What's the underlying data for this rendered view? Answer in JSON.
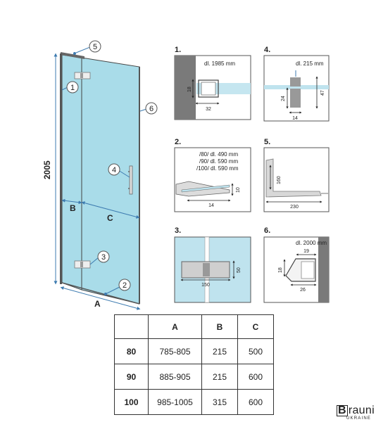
{
  "main_drawing": {
    "height_label": "2005",
    "width_labels": {
      "a": "A",
      "b": "B",
      "c": "C"
    },
    "callouts": [
      "1",
      "2",
      "3",
      "4",
      "5",
      "6"
    ]
  },
  "details": [
    {
      "number": "1.",
      "note": "dl. 1985 mm",
      "dims": [
        "18",
        "32"
      ]
    },
    {
      "number": "2.",
      "notes": [
        "/80/ dl. 490 mm",
        "/90/ dl. 590 mm",
        "/100/ dl. 590 mm"
      ],
      "dims": [
        "10",
        "14"
      ]
    },
    {
      "number": "3.",
      "dims": [
        "50",
        "150"
      ]
    },
    {
      "number": "4.",
      "note": "dl. 215 mm",
      "dims": [
        "24",
        "47",
        "14"
      ]
    },
    {
      "number": "5.",
      "dims": [
        "160",
        "230"
      ]
    },
    {
      "number": "6.",
      "note": "dl. 2000 mm",
      "dims": [
        "19",
        "18",
        "26"
      ]
    }
  ],
  "table": {
    "headers": [
      "",
      "A",
      "B",
      "C"
    ],
    "rows": [
      [
        "80",
        "785-805",
        "215",
        "500"
      ],
      [
        "90",
        "885-905",
        "215",
        "600"
      ],
      [
        "100",
        "985-1005",
        "315",
        "600"
      ]
    ]
  },
  "logo": {
    "brand": "rauni",
    "initial": "B",
    "country": "UKRAINE"
  },
  "colors": {
    "glass": "#a9dce9",
    "frame": "#333333",
    "accent": "#5a8fb8",
    "dark_wall": "#7a7a7a"
  }
}
